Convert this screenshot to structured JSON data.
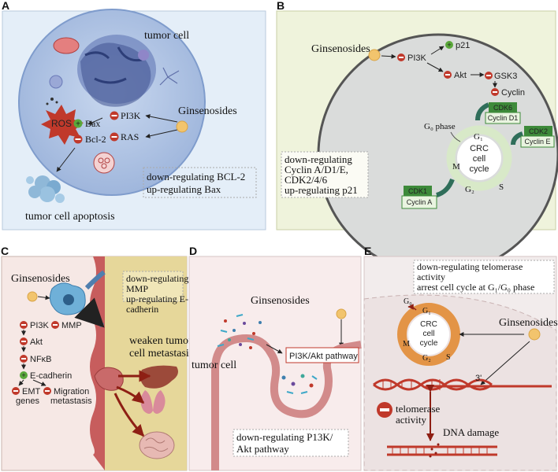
{
  "panels": {
    "A": {
      "label": "A",
      "tumor_cell": "tumor cell",
      "ginsenosides": "Ginsenosides",
      "ros": "ROS",
      "bax": "Bax",
      "bcl2": "Bcl-2",
      "pi3k": "PI3K",
      "ras": "RAS",
      "apoptosis": "tumor cell apoptosis",
      "box_line1": "down-regulating BCL-2",
      "box_line2": "up-regulating Bax"
    },
    "B": {
      "label": "B",
      "ginsenosides": "Ginsenosides",
      "pi3k": "PI3K",
      "p21": "p21",
      "akt": "Akt",
      "gsk3": "GSK3",
      "cyclin": "Cyclin",
      "cdk6": "CDK6",
      "cyclin_d1": "Cyclin D1",
      "cdk2": "CDK2",
      "cyclin_e": "Cyclin E",
      "cdk1": "CDK1",
      "cyclin_a": "Cyclin A",
      "g0_phase": "G₀ phase",
      "g1": "G₁",
      "g2": "G₂",
      "m": "M",
      "s": "S",
      "crc1": "CRC",
      "crc2": "cell",
      "crc3": "cycle",
      "box_line1": "down-regulating",
      "box_line2": "Cyclin A/D1/E,",
      "box_line3": "CDK2/4/6",
      "box_line4": "up-regulating p21"
    },
    "C": {
      "label": "C",
      "ginsenosides": "Ginsenosides",
      "pi3k": "PI3K",
      "mmp": "MMP",
      "akt": "Akt",
      "nfkb": "NFκB",
      "ecadherin": "E-cadherin",
      "emt1": "EMT",
      "emt2": "genes",
      "mig1": "Migration",
      "mig2": "metastasis",
      "box_line1": "down-regulating",
      "box_line2": "MMP",
      "box_line3": "up-regulating E-",
      "box_line4": "cadherin",
      "weaken1": "weaken tumor",
      "weaken2": "cell metastasis"
    },
    "D": {
      "label": "D",
      "ginsenosides": "Ginsenosides",
      "tumor_cell": "tumor cell",
      "pathway": "PI3K/Akt  pathway",
      "box_line1": "down-regulating P13K/",
      "box_line2": "Akt pathway"
    },
    "E": {
      "label": "E",
      "box_line1": "down-regulating telomerase",
      "box_line2": "activity",
      "box_line3": "arrest cell cycle at G₁/G₀ phase",
      "g0": "G₀",
      "g1": "G₁",
      "g2": "G₂",
      "m": "M",
      "s": "S",
      "crc1": "CRC",
      "crc2": "cell",
      "crc3": "cycle",
      "ginsenosides": "Ginsenosides",
      "three_prime": "3'",
      "telomerase1": "telomerase",
      "telomerase2": "activity",
      "dna_damage": "DNA damage"
    }
  },
  "colors": {
    "inhibit": "#c0392b",
    "activate": "#5aa83a",
    "cdk_green": "#3d8a3a",
    "ginseng": "#f2c46d"
  }
}
